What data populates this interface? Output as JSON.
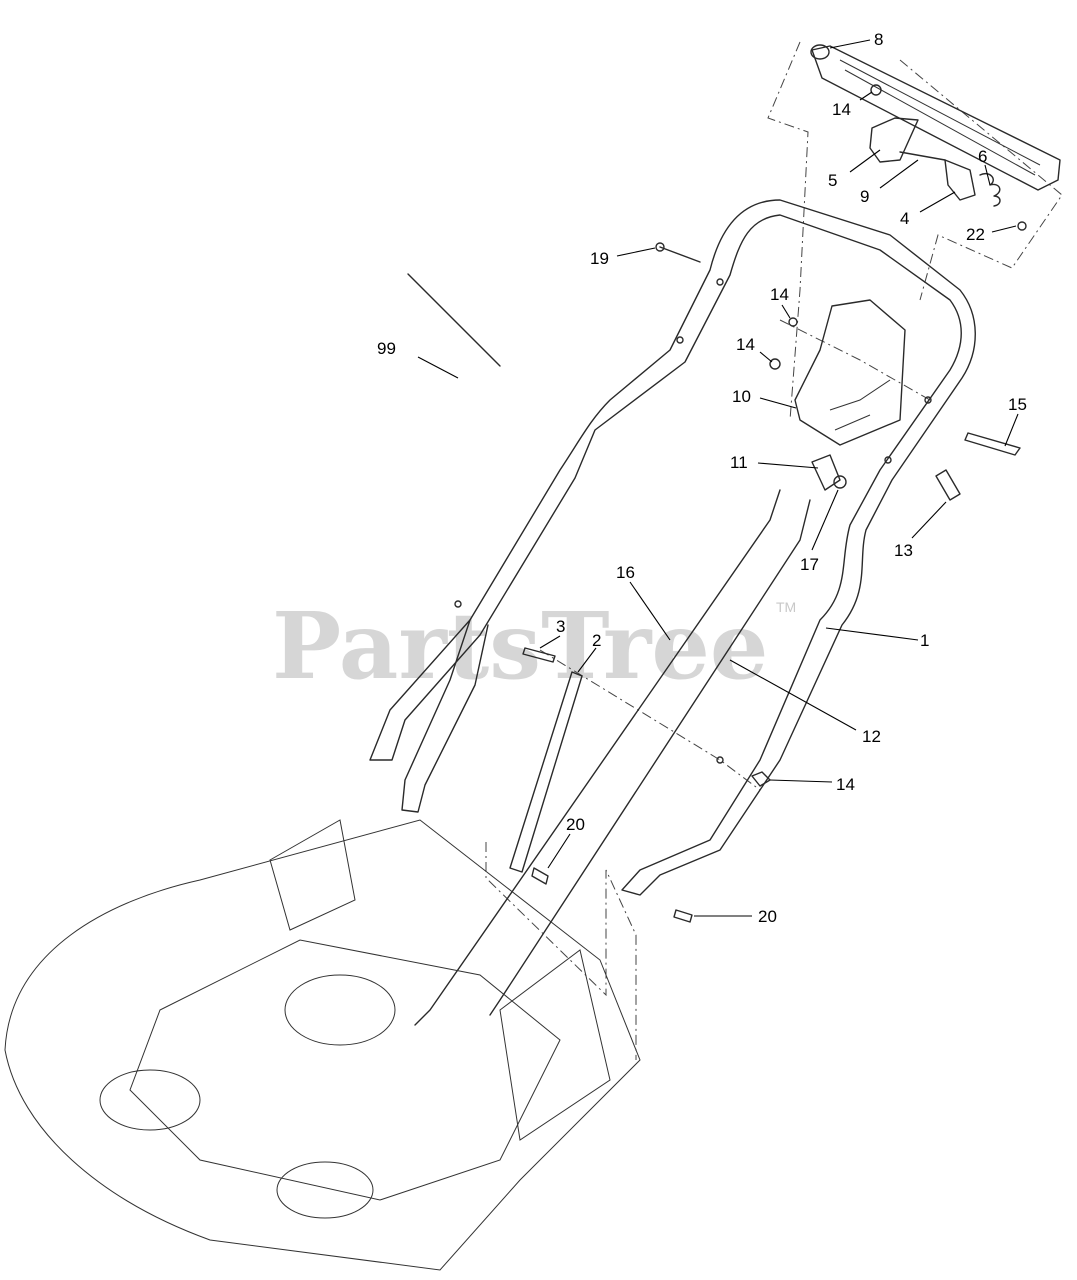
{
  "watermark": {
    "brand": "PartsTree",
    "trademark": "TM"
  },
  "callouts": [
    {
      "id": "c-8",
      "label": "8"
    },
    {
      "id": "c-14a",
      "label": "14"
    },
    {
      "id": "c-6",
      "label": "6"
    },
    {
      "id": "c-5",
      "label": "5"
    },
    {
      "id": "c-9",
      "label": "9"
    },
    {
      "id": "c-4",
      "label": "4"
    },
    {
      "id": "c-22",
      "label": "22"
    },
    {
      "id": "c-19",
      "label": "19"
    },
    {
      "id": "c-14b",
      "label": "14"
    },
    {
      "id": "c-99",
      "label": "99"
    },
    {
      "id": "c-14c",
      "label": "14"
    },
    {
      "id": "c-10",
      "label": "10"
    },
    {
      "id": "c-15",
      "label": "15"
    },
    {
      "id": "c-11",
      "label": "11"
    },
    {
      "id": "c-13",
      "label": "13"
    },
    {
      "id": "c-17",
      "label": "17"
    },
    {
      "id": "c-16",
      "label": "16"
    },
    {
      "id": "c-3",
      "label": "3"
    },
    {
      "id": "c-2",
      "label": "2"
    },
    {
      "id": "c-1",
      "label": "1"
    },
    {
      "id": "c-12",
      "label": "12"
    },
    {
      "id": "c-14d",
      "label": "14"
    },
    {
      "id": "c-20a",
      "label": "20"
    },
    {
      "id": "c-20b",
      "label": "20"
    }
  ]
}
